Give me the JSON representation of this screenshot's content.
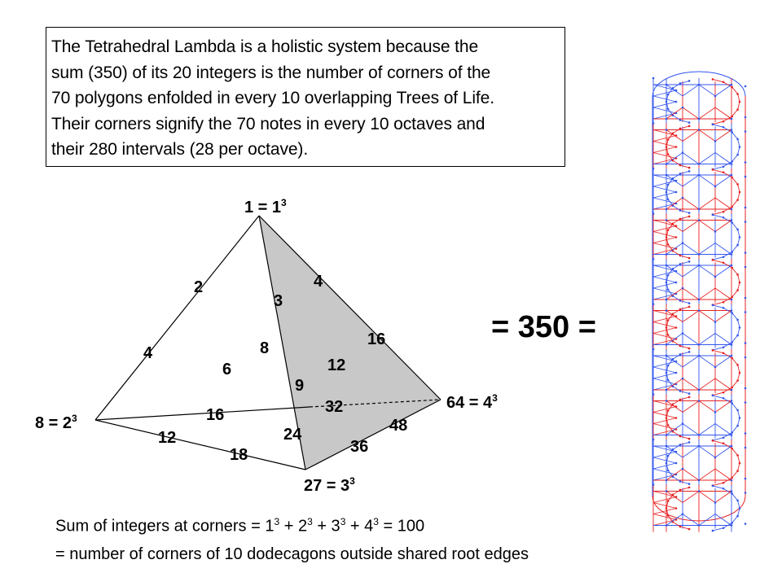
{
  "description": {
    "lines": [
      "The Tetrahedral Lambda is a holistic system because the",
      "sum (350) of its 20 integers is the number of corners of the",
      "70 polygons enfolded in every 10 overlapping Trees of Life.",
      "Their corners signify the 70 notes in every 10 octaves and",
      "their 280 intervals (28 per octave)."
    ]
  },
  "tetrahedron": {
    "vertex_top": {
      "base": "1 = 1",
      "exp": "3"
    },
    "vertex_left": {
      "base": "8 = 2",
      "exp": "3"
    },
    "vertex_bottom": {
      "base": "27 = 3",
      "exp": "3"
    },
    "vertex_right": {
      "base": "64 = 4",
      "exp": "3"
    },
    "numbers": [
      "2",
      "4",
      "3",
      "4",
      "16",
      "8",
      "6",
      "12",
      "9",
      "16",
      "32",
      "24",
      "12",
      "18",
      "36",
      "48"
    ]
  },
  "equation": "= 350 =",
  "bottom": {
    "line1": {
      "prefix": "Sum of integers at corners = 1",
      "e1": "3",
      "p2": " + 2",
      "e2": "3",
      "p3": " + 3",
      "e3": "3",
      "p4": " + 4",
      "e4": "3",
      "suffix": " = 100"
    },
    "line2": "= number of corners of 10 dodecagons outside shared root edges"
  },
  "colors": {
    "blue": "#3355ee",
    "red": "#e82020",
    "face": "#c8c8c8"
  }
}
